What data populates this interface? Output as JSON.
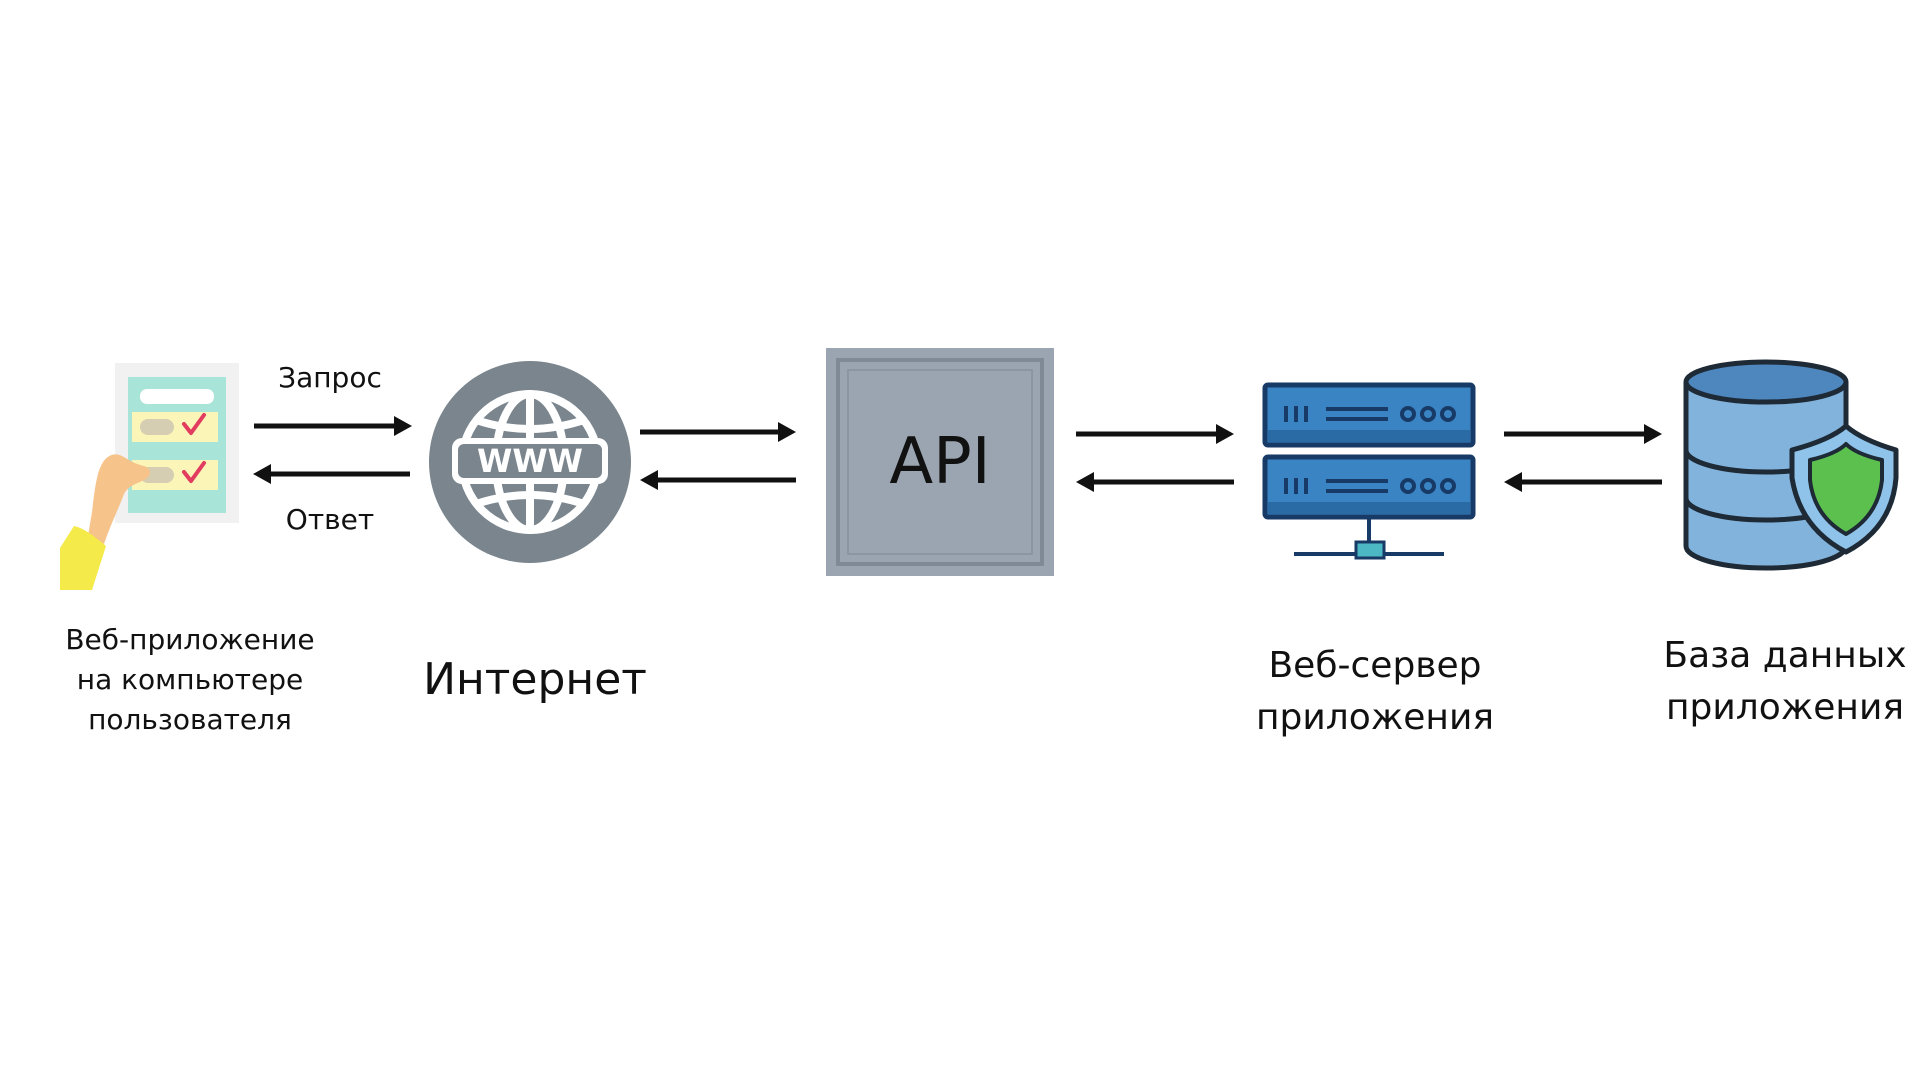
{
  "labels": {
    "request": "Запрос",
    "response": "Ответ",
    "api": "API",
    "internet": "Интернет",
    "client_line1": "Веб-приложение",
    "client_line2": "на компьютере",
    "client_line3": "пользователя",
    "webserver_line1": "Веб-сервер",
    "webserver_line2": "приложения",
    "database_line1": "База данных",
    "database_line2": "приложения"
  },
  "icons": {
    "client": "hand-holding-tablet-icon",
    "internet": "globe-www-icon",
    "webserver": "server-rack-icon",
    "database": "database-shield-icon"
  },
  "colors": {
    "background": "#ffffff",
    "arrow": "#111111",
    "globe_gray": "#7a858e",
    "api_box": "#9aa5b1",
    "server_blue": "#3a84c3",
    "database_blue": "#82b3dc",
    "shield_green": "#5cc04e"
  }
}
